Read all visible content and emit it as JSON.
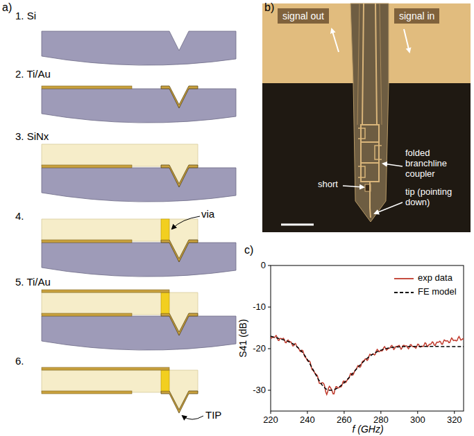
{
  "diagram": {
    "nodes": [
      {
        "text": [
          "signal out"
        ]
      },
      {
        "text": [
          "signal in"
        ]
      }
    ],
    "labels": [
      "a)",
      "1. Si",
      "2. Ti/Au",
      "3. SiNx",
      "4.",
      "via",
      "5. Ti/Au",
      "6.",
      "TIP",
      "b)",
      "folded branchline coupler",
      "short",
      "tip (pointing down)",
      "c)",
      "0",
      "-10",
      "-20",
      "-30",
      "S41 (dB)",
      "220",
      "240",
      "260",
      "280",
      "300",
      "320",
      "f (GHz)"
    ],
    "legend": [
      {
        "text": "exp data"
      },
      {
        "text": "FE model"
      }
    ]
  }
}
